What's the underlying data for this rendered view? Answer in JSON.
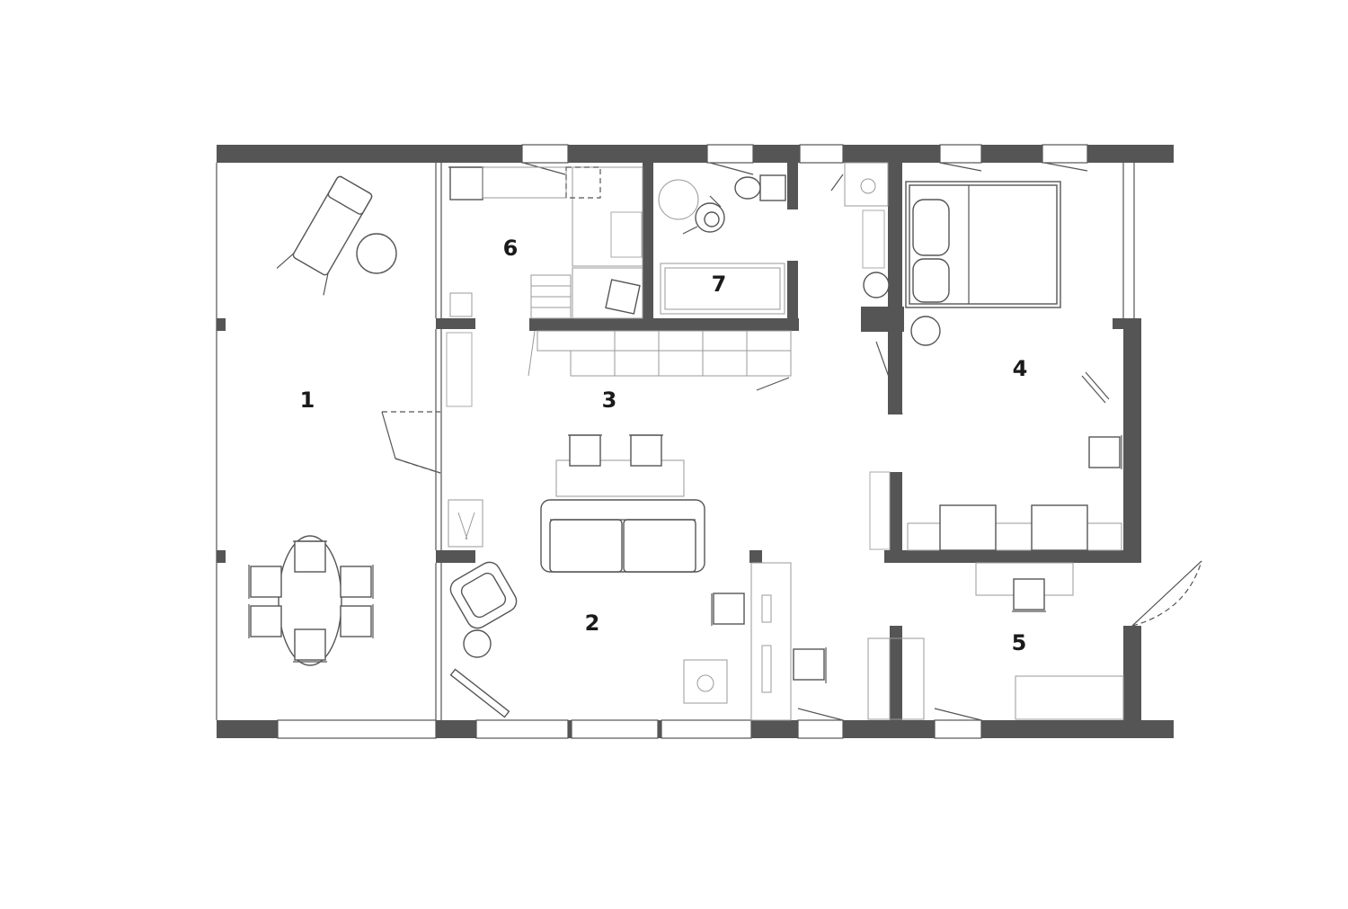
{
  "floor_plan": {
    "colors": {
      "wall": "#555555",
      "line": "#555555",
      "background": "#ffffff"
    },
    "rooms": [
      {
        "id": "room-1",
        "label": "1"
      },
      {
        "id": "room-2",
        "label": "2"
      },
      {
        "id": "room-3",
        "label": "3"
      },
      {
        "id": "room-4",
        "label": "4"
      },
      {
        "id": "room-5",
        "label": "5"
      },
      {
        "id": "room-6",
        "label": "6"
      },
      {
        "id": "room-7",
        "label": "7"
      }
    ]
  }
}
